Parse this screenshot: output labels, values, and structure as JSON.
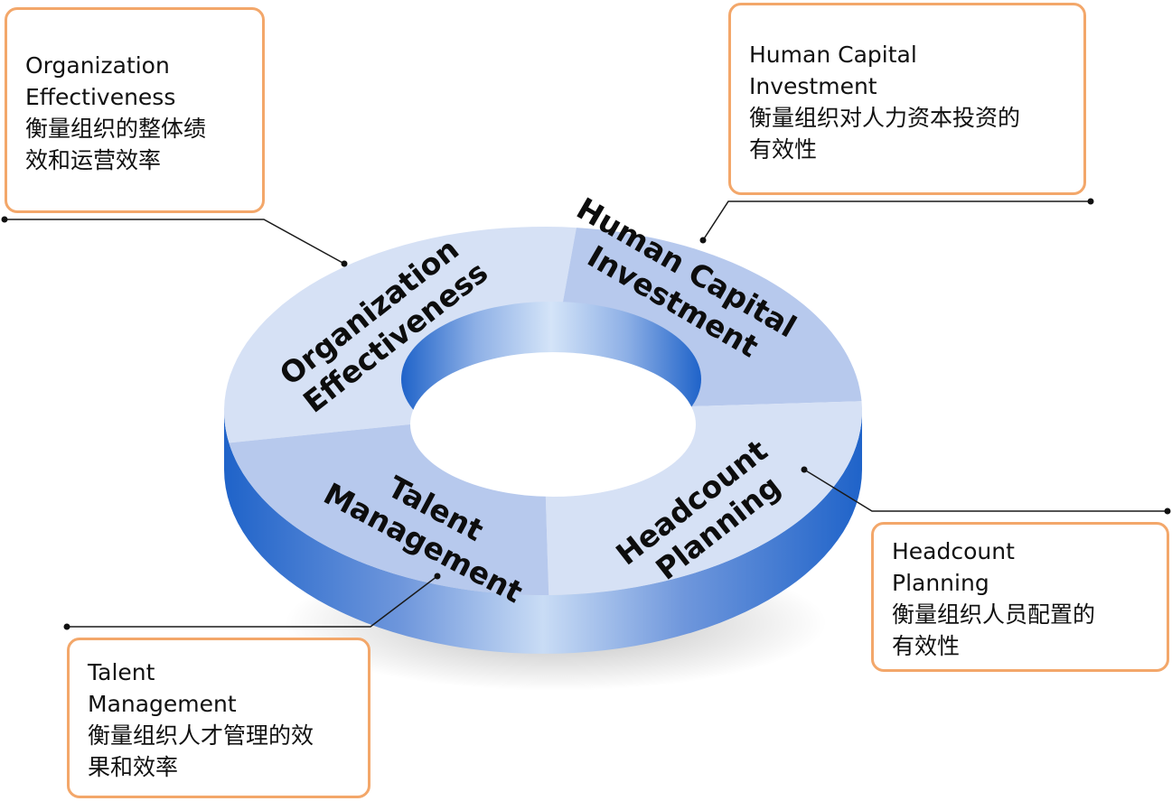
{
  "ring": {
    "segments": [
      {
        "label": "Organization\nEffectiveness",
        "color": "#d6e1f5"
      },
      {
        "label": "Human Capital\nInvestment",
        "color": "#b7c9ed"
      },
      {
        "label": "Headcount\nPlanning",
        "color": "#d6e1f5"
      },
      {
        "label": "Talent\nManagement",
        "color": "#b7c9ed"
      }
    ],
    "side_color": "#1f63c9"
  },
  "callouts": {
    "org": {
      "title": "Organization\nEffectiveness",
      "desc": "衡量组织的整体绩\n效和运营效率"
    },
    "hci": {
      "title": "Human Capital\nInvestment",
      "desc": "衡量组织对人力资本投资的\n有效性"
    },
    "hc": {
      "title": "Headcount\nPlanning",
      "desc": "衡量组织人员配置的\n有效性"
    },
    "tm": {
      "title": "Talent\nManagement",
      "desc": "衡量组织人才管理的效\n果和效率"
    }
  },
  "colors": {
    "callout_border": "#f3a76a",
    "leader_line": "#1a1a1a"
  }
}
